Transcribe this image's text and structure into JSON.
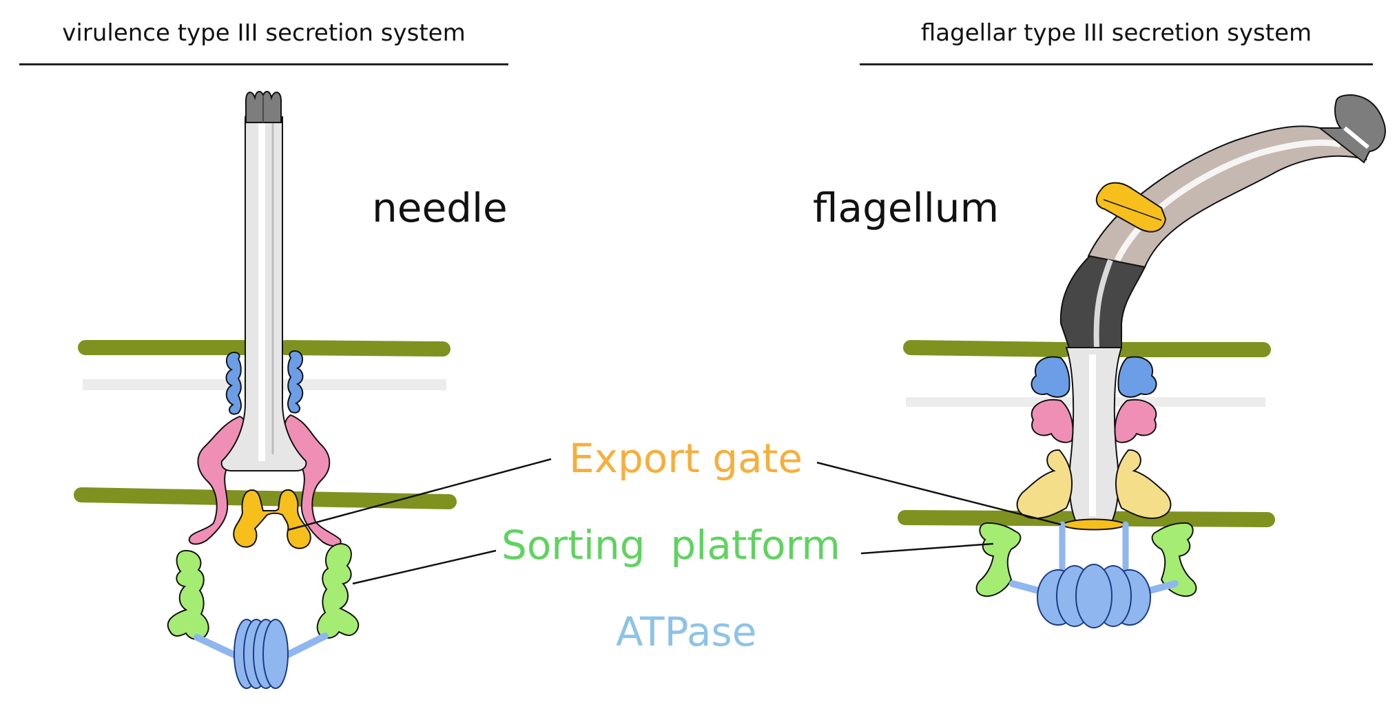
{
  "left_panel": {
    "title": "virulence type III secretion system",
    "structure_label": "needle"
  },
  "right_panel": {
    "title": "flagellar type III secretion system",
    "structure_label": "flagellum"
  },
  "components": {
    "export_gate": "Export gate",
    "sorting_platform": "Sorting  platform",
    "atpase": "ATPase"
  },
  "colors": {
    "membrane": "#7f921f",
    "peptidoglycan": "#ececec",
    "outer_ring": "#6c9ee8",
    "inner_ring": "#ef8fb6",
    "export_gate": "#f7ae3a",
    "export_gate_flagellar": "#f5de8a",
    "sorting_platform": "#a5ec72",
    "atpase": "#8fb6ef",
    "needle": "#e6e6e6",
    "hook": "#474747",
    "filament": "#c4b8b0",
    "tip": "#7d7d7d",
    "hap_ring": "#f6bf1b"
  }
}
